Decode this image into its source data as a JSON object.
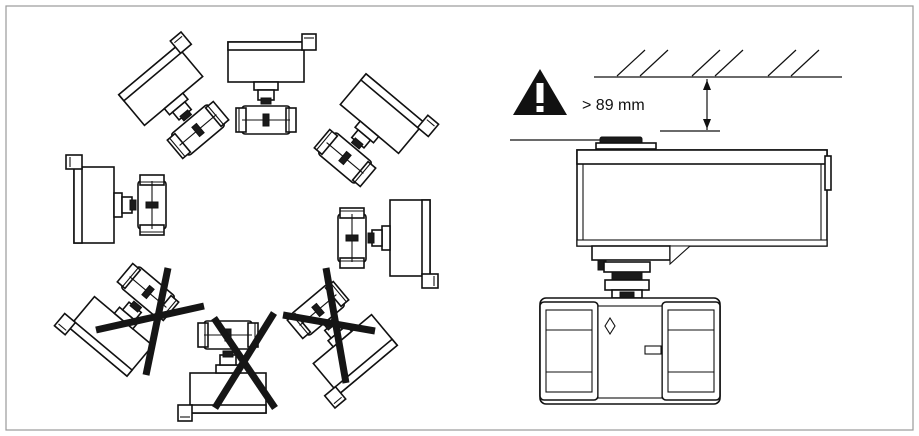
{
  "clearance": {
    "label": "> 89 mm"
  },
  "icons": {
    "warning": "warning-triangle-icon",
    "allowed": "valve-actuator",
    "forbidden": "cross-mark"
  },
  "colors": {
    "ink": "#111111",
    "frame": "#9a9a9a",
    "background": "#ffffff"
  }
}
